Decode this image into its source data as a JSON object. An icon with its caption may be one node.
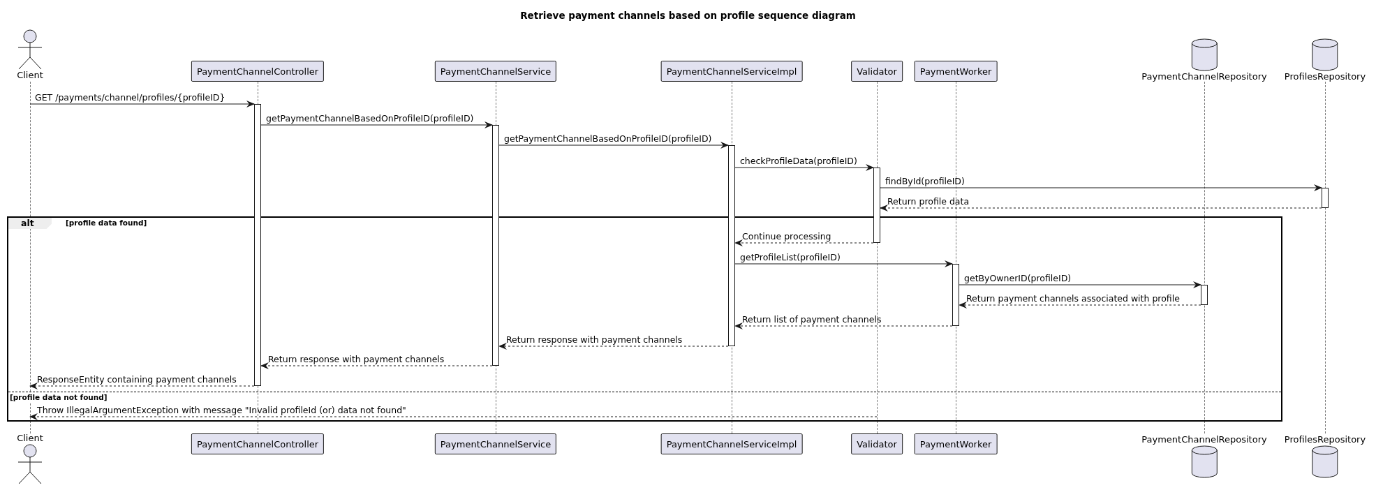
{
  "diagram": {
    "title": "Retrieve payment channels based on profile sequence diagram",
    "nodes": [
      {
        "text": [
          "Client"
        ]
      },
      {
        "text": [
          "PaymentChannelController"
        ]
      },
      {
        "text": [
          "PaymentChannelService"
        ]
      },
      {
        "text": [
          "PaymentChannelServiceImpl"
        ]
      },
      {
        "text": [
          "Validator"
        ]
      },
      {
        "text": [
          "PaymentWorker"
        ]
      },
      {
        "text": [
          "PaymentChannelRepository"
        ]
      },
      {
        "text": [
          "ProfilesRepository"
        ]
      },
      {
        "text": [
          "Client"
        ]
      },
      {
        "text": [
          "PaymentChannelController"
        ]
      },
      {
        "text": [
          "PaymentChannelService"
        ]
      },
      {
        "text": [
          "PaymentChannelServiceImpl"
        ]
      },
      {
        "text": [
          "Validator"
        ]
      },
      {
        "text": [
          "PaymentWorker"
        ]
      },
      {
        "text": [
          "PaymentChannelRepository"
        ]
      },
      {
        "text": [
          "ProfilesRepository"
        ]
      },
      {
        "text": [],
        "shape": "line"
      },
      {
        "text": [],
        "shape": "line"
      },
      {
        "text": [],
        "shape": "line"
      },
      {
        "text": [],
        "shape": "line"
      },
      {
        "text": [],
        "shape": "line"
      },
      {
        "text": [],
        "shape": "line"
      },
      {
        "text": [],
        "shape": "line"
      },
      {
        "text": [],
        "shape": "line"
      },
      {
        "text": [],
        "shape": "bar"
      },
      {
        "text": [],
        "shape": "bar"
      },
      {
        "text": [],
        "shape": "bar"
      },
      {
        "text": [],
        "shape": "bar"
      },
      {
        "text": [],
        "shape": "bar"
      },
      {
        "text": [],
        "shape": "bar"
      },
      {
        "text": [],
        "shape": "bar"
      }
    ],
    "labels": [
      "alt",
      "[profile data found]",
      "[profile data not found]"
    ],
    "edges": [
      {
        "from": 16,
        "to": 24,
        "arrow": "to",
        "label": "GET /payments/channel/profiles/{profileID}"
      },
      {
        "from": 24,
        "to": 25,
        "arrow": "to",
        "label": "getPaymentChannelBasedOnProfileID(profileID)"
      },
      {
        "from": 25,
        "to": 26,
        "arrow": "to",
        "label": "getPaymentChannelBasedOnProfileID(profileID)"
      },
      {
        "from": 26,
        "to": 27,
        "arrow": "to",
        "label": "checkProfileData(profileID)"
      },
      {
        "from": 27,
        "to": 28,
        "arrow": "to",
        "label": "findById(profileID)"
      },
      {
        "from": 28,
        "to": 27,
        "arrow": "to",
        "label": "Return profile data",
        "style": "dashed"
      },
      {
        "from": 27,
        "to": 26,
        "arrow": "to",
        "label": "Continue processing",
        "style": "dashed"
      },
      {
        "from": 26,
        "to": 29,
        "arrow": "to",
        "label": "getProfileList(profileID)"
      },
      {
        "from": 29,
        "to": 30,
        "arrow": "to",
        "label": "getByOwnerID(profileID)"
      },
      {
        "from": 30,
        "to": 29,
        "arrow": "to",
        "label": "Return payment channels associated with profile",
        "style": "dashed"
      },
      {
        "from": 29,
        "to": 26,
        "arrow": "to",
        "label": "Return list of payment channels",
        "style": "dashed"
      },
      {
        "from": 26,
        "to": 25,
        "arrow": "to",
        "label": "Return response with payment channels",
        "style": "dashed"
      },
      {
        "from": 25,
        "to": 24,
        "arrow": "to",
        "label": "Return response with payment channels",
        "style": "dashed"
      },
      {
        "from": 24,
        "to": 16,
        "arrow": "to",
        "label": "ResponseEntity containing payment channels",
        "style": "dashed"
      },
      {
        "from": 20,
        "to": 16,
        "arrow": "to",
        "label": "Throw IllegalArgumentException with message \"Invalid profileId (or) data not found\"",
        "style": "dashed"
      }
    ]
  }
}
